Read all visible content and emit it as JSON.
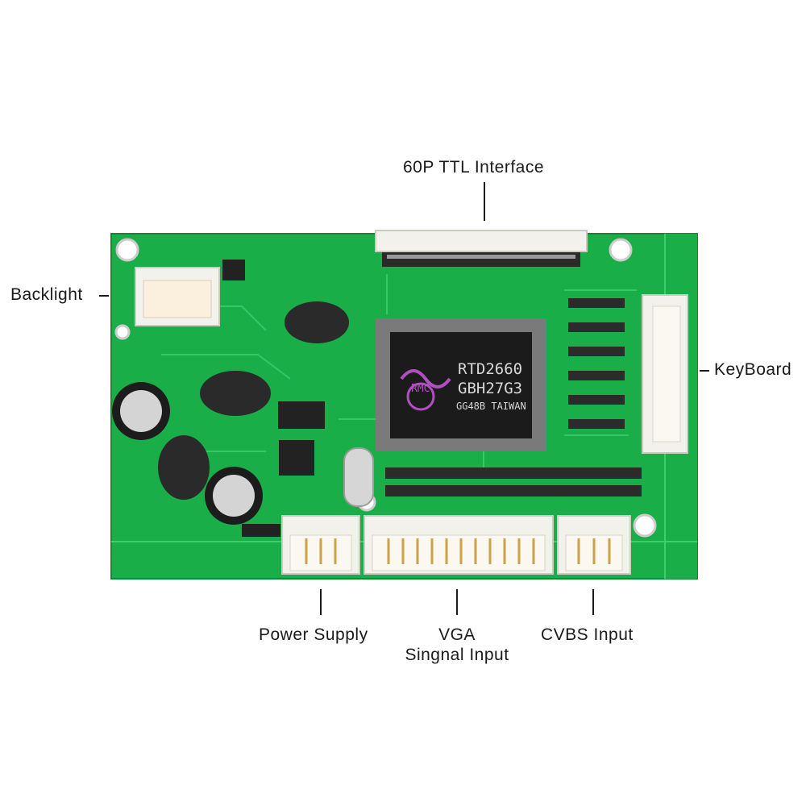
{
  "callouts": {
    "ttl_interface": "60P TTL Interface",
    "backlight": "Backlight",
    "keyboard": "KeyBoard",
    "power_supply": "Power Supply",
    "vga_line1": "VGA",
    "vga_line2": "Singnal Input",
    "cvbs_input": "CVBS Input"
  },
  "chip": {
    "line1": "RTD2660",
    "line2": "GBH27G3",
    "line3": "GG48B TAIWAN",
    "logo": "RMC"
  },
  "colors": {
    "pcb": "#19b34a",
    "pcb_dark": "#0f8a35",
    "connector": "#f2f0ea",
    "ic": "#1b1b1b"
  }
}
